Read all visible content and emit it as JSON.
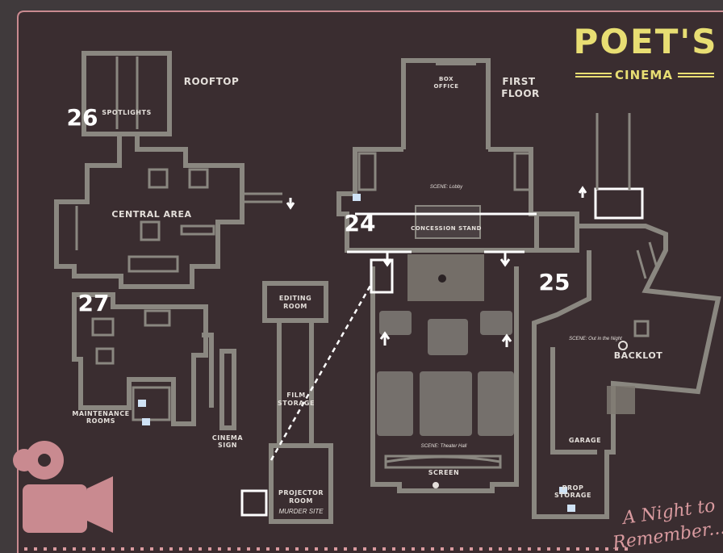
{
  "brand": {
    "name": "POET'S",
    "sub": "CINEMA"
  },
  "tagline": {
    "line1": "A Night to",
    "line2": "Remember..."
  },
  "floors": {
    "rooftop": "ROOFTOP",
    "first_line1": "FIRST",
    "first_line2": "FLOOR"
  },
  "rooms": {
    "spotlights": "SPOTLIGHTS",
    "central_area": "CENTRAL AREA",
    "maintenance_line1": "MAINTENANCE",
    "maintenance_line2": "ROOMS",
    "cinema_sign_line1": "CINEMA",
    "cinema_sign_line2": "SIGN",
    "editing_line1": "EDITING",
    "editing_line2": "ROOM",
    "film_line1": "FILM",
    "film_line2": "STORAGE",
    "projector_line1": "PROJECTOR",
    "projector_line2": "ROOM",
    "murder_site": "MURDER SITE",
    "box_line1": "BOX",
    "box_line2": "OFFICE",
    "concession": "CONCESSION STAND",
    "screen": "SCREEN",
    "backlot": "BACKLOT",
    "garage": "GARAGE",
    "prop_line1": "PROP",
    "prop_line2": "STORAGE"
  },
  "scenes": {
    "lobby": "SCENE: Lobby",
    "theater_hall": "SCENE: Theater Hall",
    "out_in_night": "SCENE: Out in the Night"
  },
  "markers": {
    "m24": "24",
    "m25": "25",
    "m26": "26",
    "m27": "27"
  },
  "colors": {
    "background": "#3a2d30",
    "walls": "#8a8780",
    "brand": "#e8de73",
    "accent": "#d99a9f"
  }
}
